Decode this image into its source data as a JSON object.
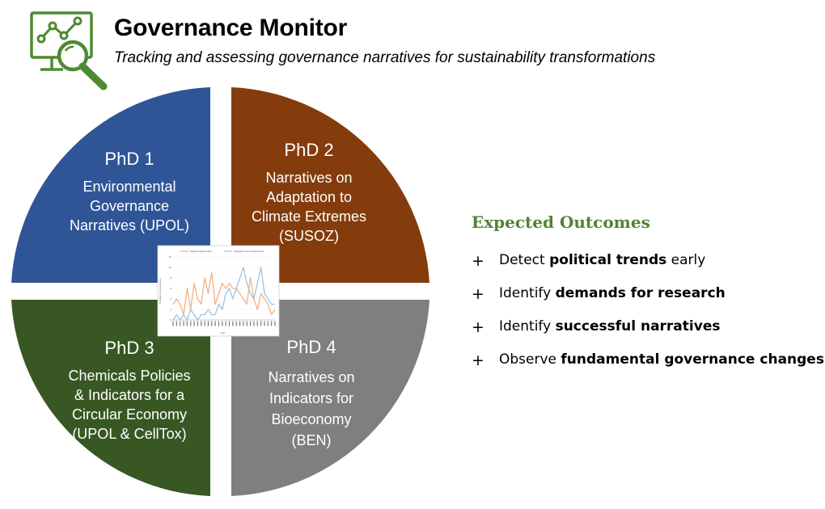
{
  "header": {
    "title": "Governance Monitor",
    "subtitle": "Tracking and assessing governance narratives for sustainability transformations"
  },
  "colors": {
    "logo": "#4e8a32",
    "phd1": "#2f5597",
    "phd2": "#843c0c",
    "phd3": "#385723",
    "phd4": "#7f7f7f",
    "outcomes_heading": "#548235",
    "series_market": "#f4b183",
    "series_subsidies": "#9dc3e6"
  },
  "quadrants": [
    {
      "heading": "PhD 1",
      "lines": [
        "Environmental",
        "Governance",
        "Narratives (UPOL)"
      ]
    },
    {
      "heading": "PhD 2",
      "lines": [
        "Narratives on",
        "Adaptation to",
        "Climate Extremes",
        "(SUSOZ)"
      ]
    },
    {
      "heading": "PhD 3",
      "lines": [
        "Chemicals Policies",
        "& Indicators for a",
        "Circular Economy",
        "(UPOL & CellTox)"
      ]
    },
    {
      "heading": "PhD 4",
      "lines": [
        "Narratives on",
        "Indicators for",
        "Bioeconomy",
        "(BEN)"
      ]
    }
  ],
  "outcomes": {
    "heading": "Expected Outcomes",
    "items": [
      {
        "marker": "+",
        "pre": "Detect ",
        "bold": "political trends",
        "post": " early"
      },
      {
        "marker": "+",
        "pre": "Identify ",
        "bold": "demands for research",
        "post": ""
      },
      {
        "marker": "+",
        "pre": "Identify ",
        "bold": "successful narratives",
        "post": ""
      },
      {
        "marker": "+",
        "pre": "Observe ",
        "bold": "fundamental governance changes",
        "post": ""
      }
    ]
  },
  "chart_data": {
    "type": "line",
    "title": "",
    "legend_placement": "top",
    "xlabel": "Year",
    "ylabel": "Number of occurrences",
    "ylim": [
      0,
      12
    ],
    "yticks": [
      0,
      2,
      4,
      6,
      8,
      10,
      12
    ],
    "x": [
      1,
      2,
      3,
      4,
      5,
      6,
      7,
      8,
      9,
      10,
      11,
      12,
      13,
      14,
      15,
      16,
      17,
      18,
      19,
      20,
      21,
      22,
      23,
      24,
      25,
      26,
      27,
      28,
      29,
      30
    ],
    "series": [
      {
        "name": "Market-based policy",
        "color": "#f4b183",
        "values": [
          3,
          4,
          3,
          1,
          6,
          2,
          7,
          4,
          3,
          8,
          5,
          9,
          3,
          5,
          7,
          6,
          7,
          6,
          6,
          5,
          4,
          3,
          8,
          4,
          2,
          5,
          4,
          3,
          1,
          2
        ]
      },
      {
        "name": "Subsidies and infrastructure",
        "color": "#9dc3e6",
        "values": [
          0,
          1,
          0,
          1,
          0,
          2,
          1,
          0,
          1,
          1,
          2,
          1,
          1,
          3,
          2,
          5,
          6,
          4,
          6,
          8,
          10,
          7,
          5,
          4,
          7,
          10,
          5,
          4,
          3,
          3
        ]
      }
    ]
  }
}
